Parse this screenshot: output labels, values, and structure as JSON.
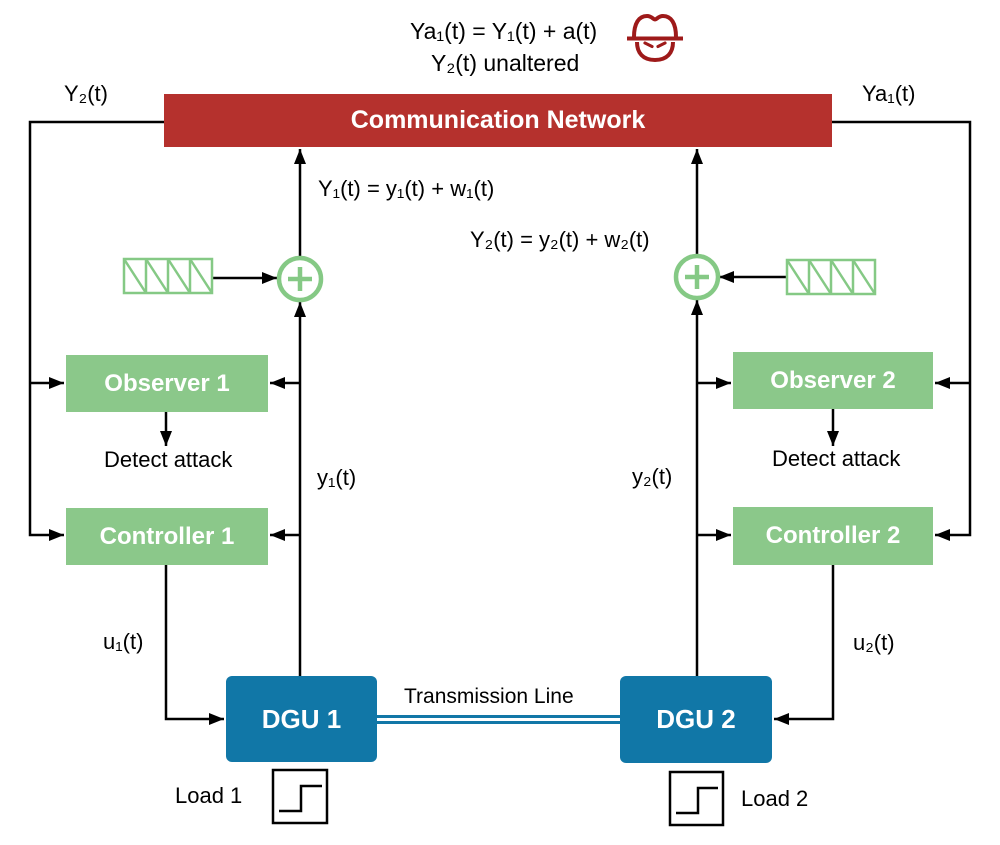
{
  "attack_note": {
    "line1": "Ya₁(t) = Y₁(t) + a(t)",
    "line2": "Y₂(t) unaltered"
  },
  "network": {
    "label": "Communication Network"
  },
  "blocks": {
    "observer1": "Observer 1",
    "observer2": "Observer 2",
    "controller1": "Controller 1",
    "controller2": "Controller 2",
    "dgu1": "DGU 1",
    "dgu2": "DGU 2"
  },
  "signals": {
    "y2_sent": "Y₂(t)",
    "ya1_received": "Ya₁(t)",
    "eq_left": "Y₁(t) = y₁(t) + w₁(t)",
    "eq_right": "Y₂(t) = y₂(t) + w₂(t)",
    "y1": "y₁(t)",
    "y2": "y₂(t)",
    "u1": "u₁(t)",
    "u2": "u₂(t)"
  },
  "annotations": {
    "detect1": "Detect attack",
    "detect2": "Detect attack",
    "transmission": "Transmission Line",
    "load1": "Load 1",
    "load2": "Load 2"
  },
  "icons": {
    "attacker": "hacker-icon",
    "noise_left": "noise-hatch-icon",
    "noise_right": "noise-hatch-icon",
    "sum_left": "plus-sum-junction-icon",
    "sum_right": "plus-sum-junction-icon",
    "load_left": "step-function-icon",
    "load_right": "step-function-icon"
  },
  "colors": {
    "network_red": "#B5312D",
    "attacker_red": "#9E1A1A",
    "block_green": "#8BC88A",
    "outline_green": "#85C985",
    "dgu_blue": "#1177A7",
    "line_black": "#000000"
  }
}
